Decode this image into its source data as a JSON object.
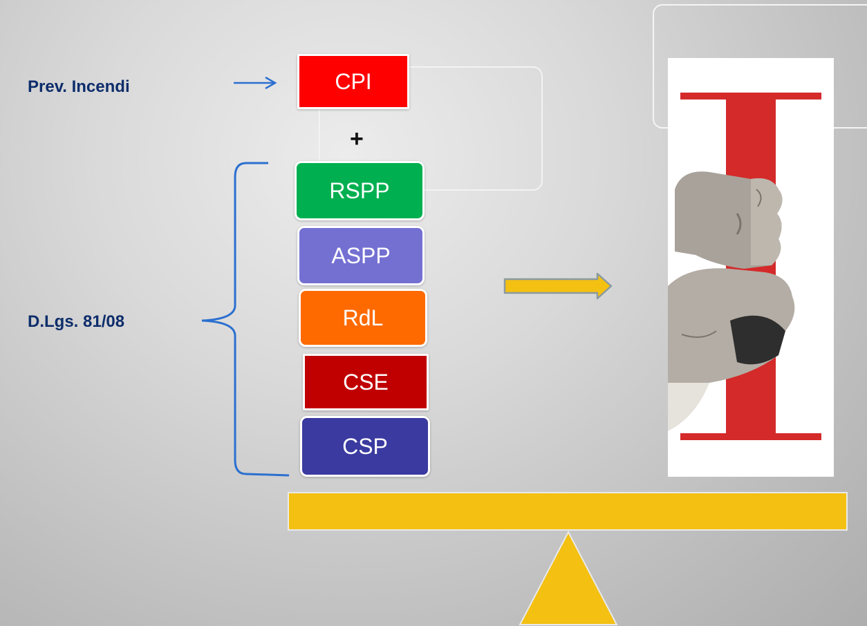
{
  "labels": {
    "prev_incendi": "Prev. Incendi",
    "dlgs": "D.Lgs. 81/08",
    "plus": "+"
  },
  "boxes": [
    {
      "id": "cpi",
      "text": "CPI",
      "color": "#ff0000"
    },
    {
      "id": "rspp",
      "text": "RSPP",
      "color": "#00b050"
    },
    {
      "id": "aspp",
      "text": "ASPP",
      "color": "#7470d2"
    },
    {
      "id": "rdl",
      "text": "RdL",
      "color": "#ff6a00"
    },
    {
      "id": "cse",
      "text": "CSE",
      "color": "#c00000"
    },
    {
      "id": "csp",
      "text": "CSP",
      "color": "#3a3aa0"
    }
  ],
  "colors": {
    "label_text": "#0d2d6b",
    "connector_blue": "#2a6fcf",
    "balance_beam": "#f4c012",
    "fulcrum": "#f4c012",
    "big_arrow": "#f4c012",
    "steel_i": "#d42a2a"
  },
  "image": {
    "subject": "gloved-hands-gripping-red-i-beam"
  }
}
